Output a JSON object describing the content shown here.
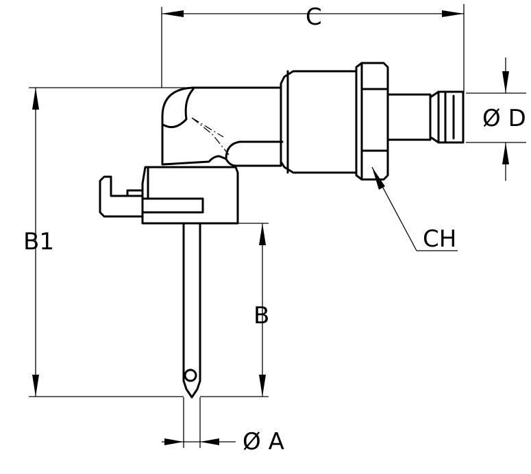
{
  "labels": {
    "c": "C",
    "d": "Ø D",
    "b1": "B1",
    "ch": "CH",
    "b": "B",
    "a": "Ø A"
  },
  "colors": {
    "line": "#000000",
    "background": "#ffffff"
  }
}
